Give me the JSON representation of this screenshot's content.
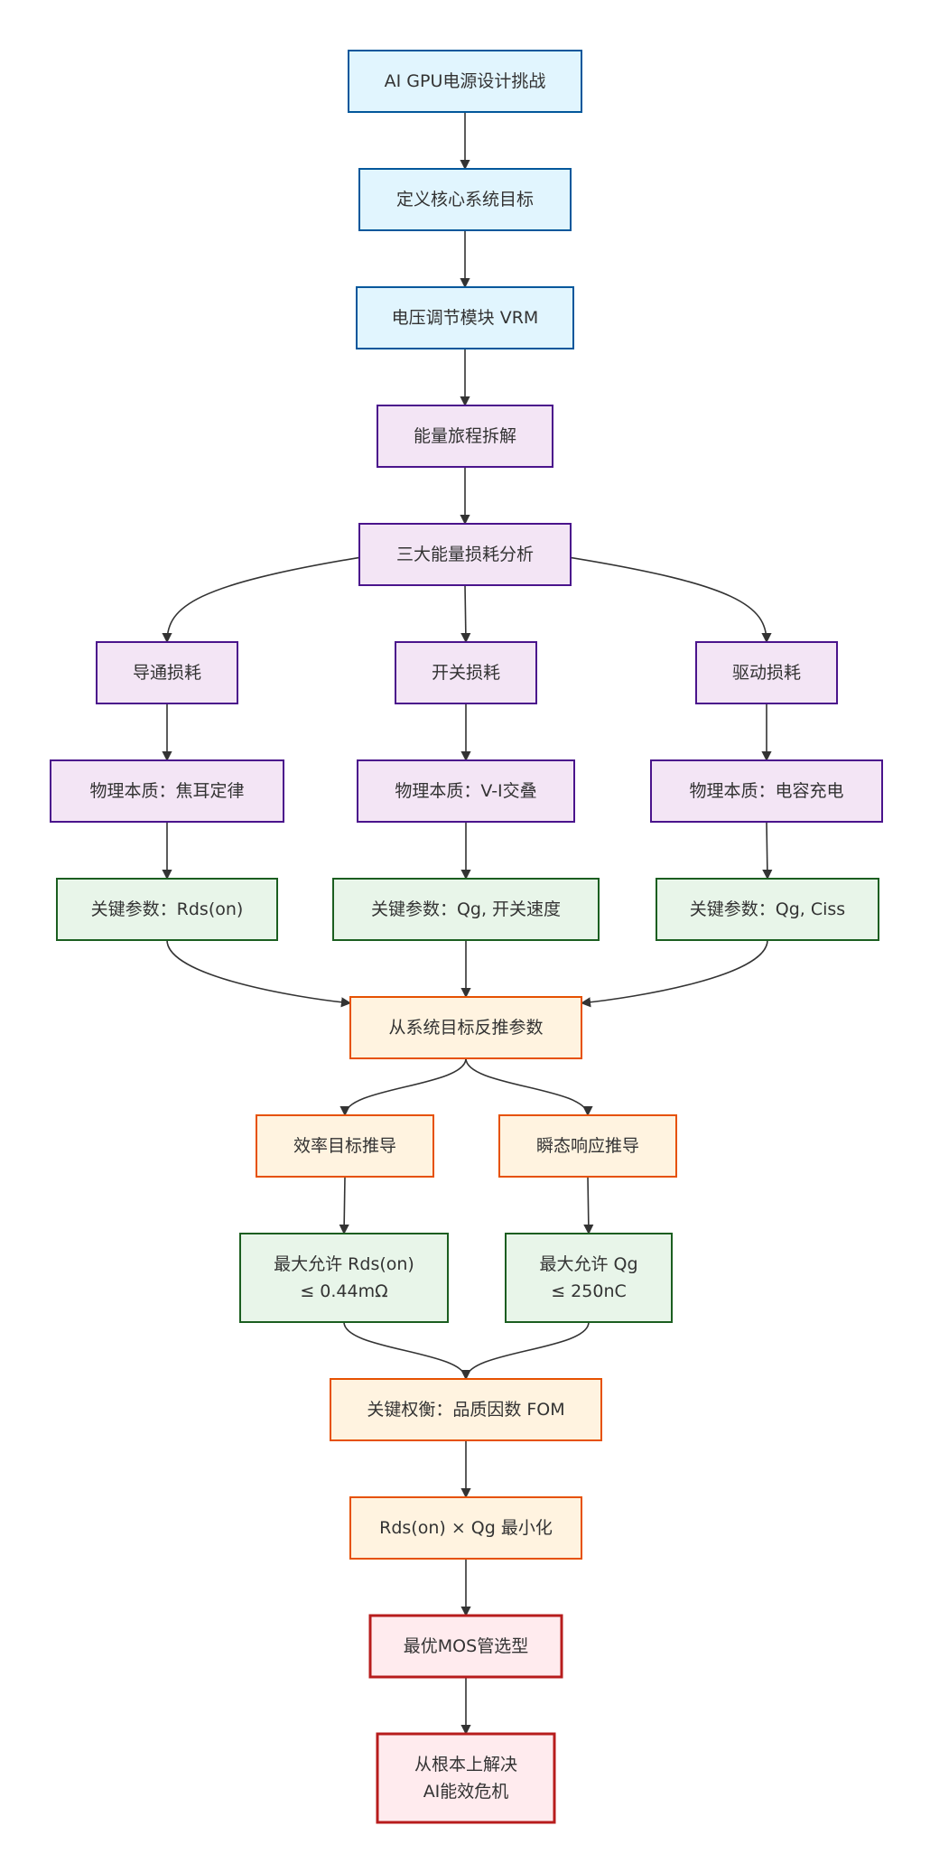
{
  "diagram": {
    "type": "flowchart",
    "direction": "top-down",
    "colors": {
      "blue": {
        "fill": "#e1f5fe",
        "stroke": "#01579b"
      },
      "purple": {
        "fill": "#f3e5f5",
        "stroke": "#4a148c"
      },
      "green": {
        "fill": "#e8f5e9",
        "stroke": "#1b5e20"
      },
      "orange": {
        "fill": "#fff3e0",
        "stroke": "#e65100"
      },
      "red": {
        "fill": "#ffebee",
        "stroke": "#b71c1c"
      },
      "edge": "#333333",
      "text": "#333333"
    },
    "nodes": {
      "a": {
        "lines": [
          "AI GPU电源设计挑战"
        ],
        "style": "blue"
      },
      "b": {
        "lines": [
          "定义核心系统目标"
        ],
        "style": "blue"
      },
      "c": {
        "lines": [
          "电压调节模块 VRM"
        ],
        "style": "blue"
      },
      "d": {
        "lines": [
          "能量旅程拆解"
        ],
        "style": "purple"
      },
      "e": {
        "lines": [
          "三大能量损耗分析"
        ],
        "style": "purple"
      },
      "f1": {
        "lines": [
          "导通损耗"
        ],
        "style": "purple"
      },
      "f2": {
        "lines": [
          "开关损耗"
        ],
        "style": "purple"
      },
      "f3": {
        "lines": [
          "驱动损耗"
        ],
        "style": "purple"
      },
      "g1": {
        "lines": [
          "物理本质：焦耳定律"
        ],
        "style": "purple"
      },
      "g2": {
        "lines": [
          "物理本质：V-I交叠"
        ],
        "style": "purple"
      },
      "g3": {
        "lines": [
          "物理本质：电容充电"
        ],
        "style": "purple"
      },
      "h1": {
        "lines": [
          "关键参数：Rds(on)"
        ],
        "style": "green"
      },
      "h2": {
        "lines": [
          "关键参数：Qg, 开关速度"
        ],
        "style": "green"
      },
      "h3": {
        "lines": [
          "关键参数：Qg, Ciss"
        ],
        "style": "green"
      },
      "i": {
        "lines": [
          "从系统目标反推参数"
        ],
        "style": "orange"
      },
      "j1": {
        "lines": [
          "效率目标推导"
        ],
        "style": "orange"
      },
      "j2": {
        "lines": [
          "瞬态响应推导"
        ],
        "style": "orange"
      },
      "k1": {
        "lines": [
          "最大允许 Rds(on)",
          "≤ 0.44mΩ"
        ],
        "style": "green"
      },
      "k2": {
        "lines": [
          "最大允许 Qg",
          "≤ 250nC"
        ],
        "style": "green"
      },
      "l": {
        "lines": [
          "关键权衡：品质因数 FOM"
        ],
        "style": "orange"
      },
      "m": {
        "lines": [
          "Rds(on) × Qg 最小化"
        ],
        "style": "orange"
      },
      "n": {
        "lines": [
          "最优MOS管选型"
        ],
        "style": "red"
      },
      "o": {
        "lines": [
          "从根本上解决",
          "AI能效危机"
        ],
        "style": "red"
      }
    },
    "edges": [
      [
        "a",
        "b"
      ],
      [
        "b",
        "c"
      ],
      [
        "c",
        "d"
      ],
      [
        "d",
        "e"
      ],
      [
        "e",
        "f1"
      ],
      [
        "e",
        "f2"
      ],
      [
        "e",
        "f3"
      ],
      [
        "f1",
        "g1"
      ],
      [
        "f2",
        "g2"
      ],
      [
        "f3",
        "g3"
      ],
      [
        "g1",
        "h1"
      ],
      [
        "g2",
        "h2"
      ],
      [
        "g3",
        "h3"
      ],
      [
        "h1",
        "i"
      ],
      [
        "h2",
        "i"
      ],
      [
        "h3",
        "i"
      ],
      [
        "i",
        "j1"
      ],
      [
        "i",
        "j2"
      ],
      [
        "j1",
        "k1"
      ],
      [
        "j2",
        "k2"
      ],
      [
        "k1",
        "l"
      ],
      [
        "k2",
        "l"
      ],
      [
        "l",
        "m"
      ],
      [
        "m",
        "n"
      ],
      [
        "n",
        "o"
      ]
    ]
  }
}
